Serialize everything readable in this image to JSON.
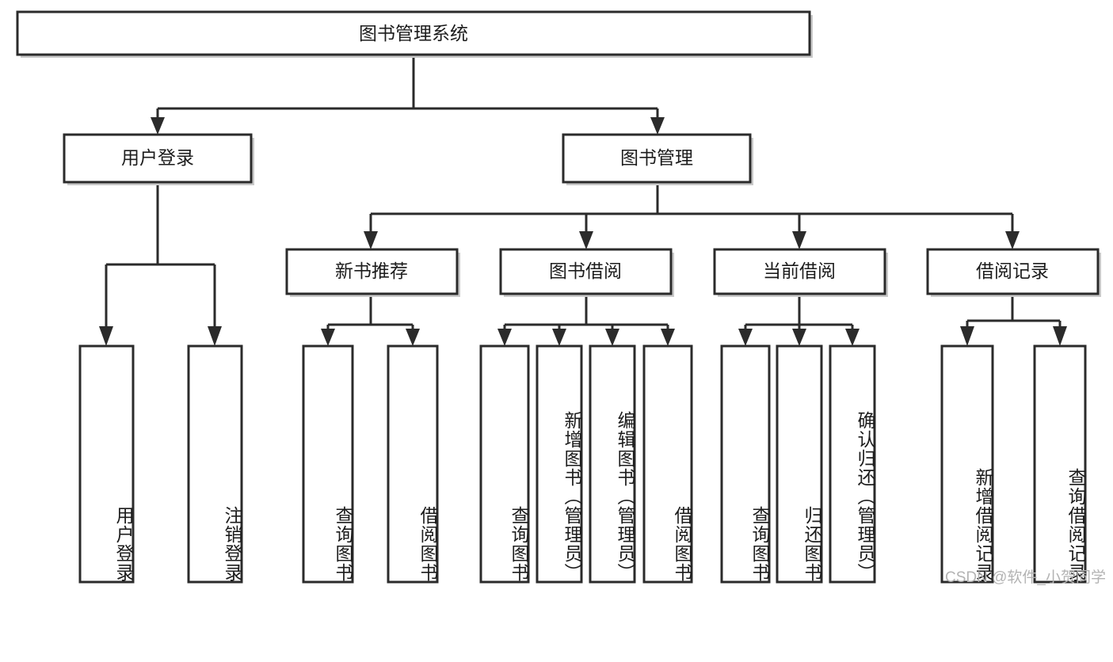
{
  "diagram": {
    "type": "tree-hierarchy-chart",
    "title": "图书管理系统",
    "orientation": "top-down",
    "colors": {
      "box_fill": "#ffffff",
      "box_stroke": "#2b2b2b",
      "text": "#1c1c1c",
      "watermark": "#b3b3b3"
    },
    "levels": [
      {
        "level": 1,
        "nodes": [
          {
            "id": "root",
            "label": "图书管理系统",
            "orientation": "horizontal"
          }
        ]
      },
      {
        "level": 2,
        "nodes": [
          {
            "id": "user-login",
            "label": "用户登录",
            "orientation": "horizontal",
            "parent": "root"
          },
          {
            "id": "book-manage",
            "label": "图书管理",
            "orientation": "horizontal",
            "parent": "root"
          }
        ]
      },
      {
        "level": 3,
        "nodes": [
          {
            "id": "new-book-rec",
            "label": "新书推荐",
            "orientation": "horizontal",
            "parent": "book-manage"
          },
          {
            "id": "book-borrow",
            "label": "图书借阅",
            "orientation": "horizontal",
            "parent": "book-manage"
          },
          {
            "id": "current-borrow",
            "label": "当前借阅",
            "orientation": "horizontal",
            "parent": "book-manage"
          },
          {
            "id": "borrow-record",
            "label": "借阅记录",
            "orientation": "horizontal",
            "parent": "book-manage"
          }
        ]
      },
      {
        "level": 4,
        "nodes": [
          {
            "id": "leaf-user-login",
            "label": "用户登录",
            "orientation": "vertical",
            "parent": "user-login"
          },
          {
            "id": "leaf-logout",
            "label": "注销登录",
            "orientation": "vertical",
            "parent": "user-login"
          },
          {
            "id": "leaf-query-book-1",
            "label": "查询图书",
            "orientation": "vertical",
            "parent": "new-book-rec"
          },
          {
            "id": "leaf-borrow-book-1",
            "label": "借阅图书",
            "orientation": "vertical",
            "parent": "new-book-rec"
          },
          {
            "id": "leaf-query-book-2",
            "label": "查询图书",
            "orientation": "vertical",
            "parent": "book-borrow"
          },
          {
            "id": "leaf-add-book",
            "label": "新增图书（管理员）",
            "orientation": "vertical",
            "parent": "book-borrow"
          },
          {
            "id": "leaf-edit-book",
            "label": "编辑图书（管理员）",
            "orientation": "vertical",
            "parent": "book-borrow"
          },
          {
            "id": "leaf-borrow-book-2",
            "label": "借阅图书",
            "orientation": "vertical",
            "parent": "book-borrow"
          },
          {
            "id": "leaf-query-book-3",
            "label": "查询图书",
            "orientation": "vertical",
            "parent": "current-borrow"
          },
          {
            "id": "leaf-return-book",
            "label": "归还图书",
            "orientation": "vertical",
            "parent": "current-borrow"
          },
          {
            "id": "leaf-confirm-return",
            "label": "确认归还（管理员）",
            "orientation": "vertical",
            "parent": "current-borrow"
          },
          {
            "id": "leaf-add-record",
            "label": "新增借阅记录",
            "orientation": "vertical",
            "parent": "borrow-record"
          },
          {
            "id": "leaf-query-record",
            "label": "查询借阅记录",
            "orientation": "vertical",
            "parent": "borrow-record"
          }
        ]
      }
    ]
  },
  "watermark": {
    "text": "CSDN @软件_小贺同学"
  }
}
